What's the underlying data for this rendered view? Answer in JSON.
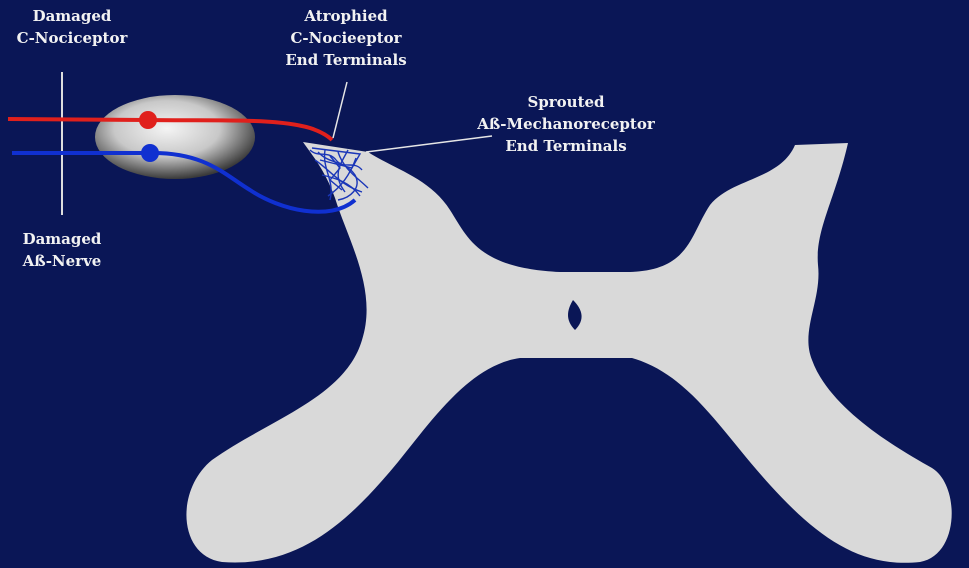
{
  "labels": {
    "damaged_c_nociceptor": [
      "Damaged",
      "C-Nociceptor"
    ],
    "atrophied_terminals": [
      "Atrophied",
      "C-Nocieeptor",
      "End Terminals"
    ],
    "sprouted_terminals": [
      "Sprouted",
      "Aß-Mechanoreceptor",
      "End Terminals"
    ],
    "damaged_ab_nerve": [
      "Damaged",
      "Aß-Nerve"
    ]
  },
  "colors": {
    "background": "#0a1656",
    "spinal_cord": "#d9d9d9",
    "c_fiber": "#e0201c",
    "ab_fiber": "#1030d0",
    "ganglion_light": "#f4f4f4",
    "ganglion_dark": "#2a2a2a",
    "pointer_line": "#e6e6e6"
  }
}
